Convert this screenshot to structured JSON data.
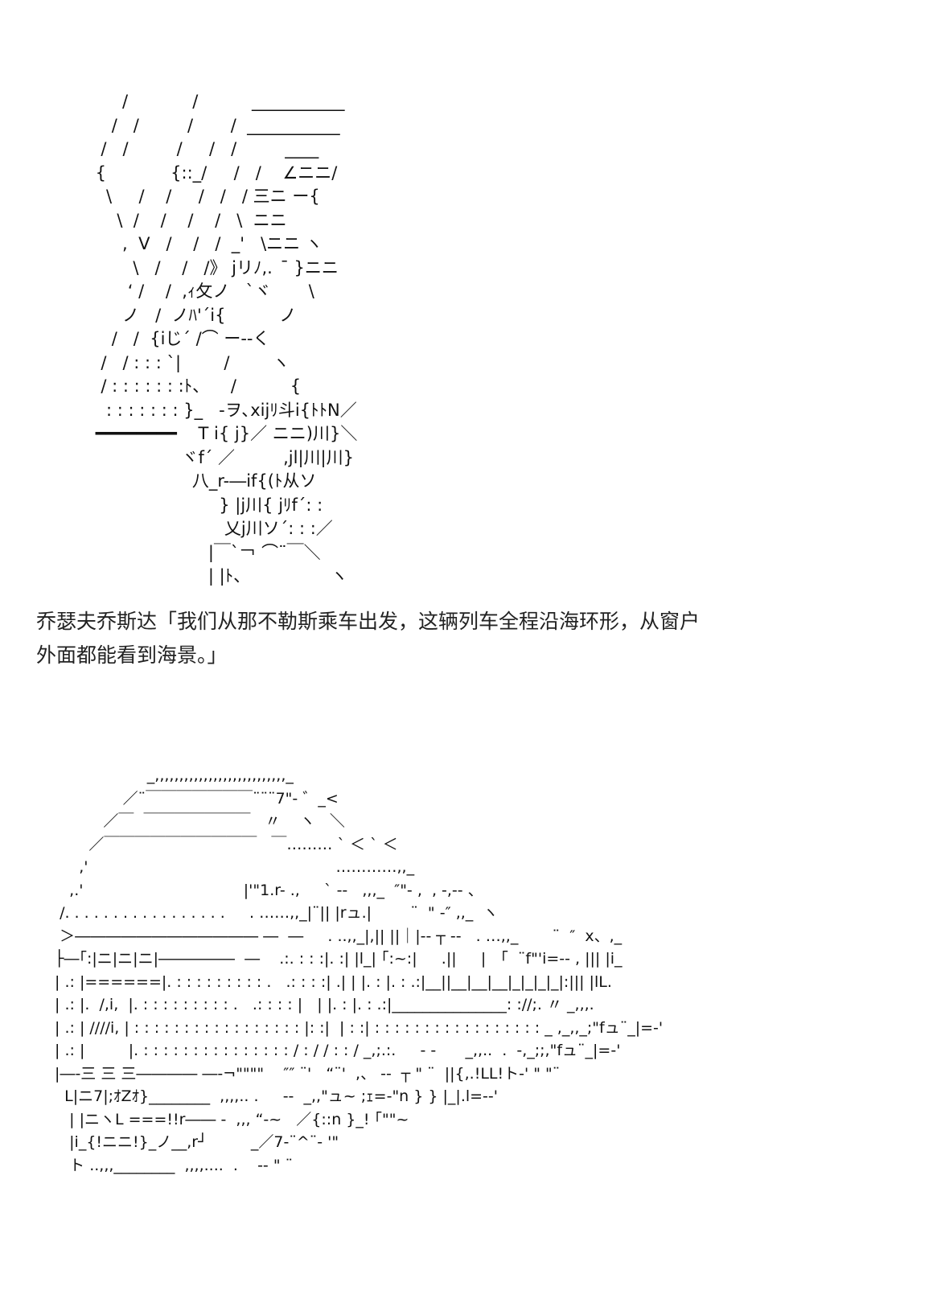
{
  "art_top": {
    "lines": [
      "      /            /          ___________",
      "    /   /         /       /  ___________",
      "  /   /         /     /   /         ____",
      " {            {::_/     /   /    ∠ニニ/",
      "   \\     /    /     /   /   / 三ニ ー{",
      "     \\  /    /    /    /   \\  ニニ",
      "      ,  V   /    /   /  _'   \\ニニ ヽ",
      "        \\   /    /   /》 jリﾉ,.   ̄ }ニニ",
      "       ‘ /    /  ,ｨ攵ノ   `ヾ       \\",
      "      ノ   /  ノﾊ'´i{          ノ",
      "    /   /  {iじ´ /⌒ ー--く",
      "  /   / : : : `|        /        ヽ",
      "  / : : : : : : :ﾄ、    /          {",
      "   : : : : : : : }_   -ヲ､xijﾘ斗i{ﾄﾄN／",
      " ━━━━━━━━    T i{ j}／ ニニ)川}＼",
      "                 ヾf´ ／         ,jl|川|川}",
      "                   八_r-―if{(ﾄ从ソ",
      "                        } |j川{ jﾘf´: :",
      "                         乂j川ソ´: : :／",
      "                      |￣`￢ ⌒¨￣＼",
      "                      | |ﾄ、               ヽ"
    ]
  },
  "dialogue": {
    "speaker": "乔瑟夫乔斯达",
    "line1": "乔瑟夫乔斯达「我们从那不勒斯乘车出发，这辆列车全程沿海环形，从窗户",
    "line2": "外面都能看到海景。」"
  },
  "art_bottom": {
    "lines": [
      "                    _,,,,,,,,,,,,,,,,,,,,,,,,,,,_",
      "               ／¨￣￣￣￣￣￣￣¨¨¨7\"- ゛_<",
      "           ／￣  ￣￣￣￣￣￣￣   〃    ヽ   ＼",
      "        ／￣￣￣￣￣￣￣￣￣￣   ￣……… ` ＜ ` ＜",
      "      ,'                                                   …………,,_",
      "    ,.'                                 |'\"1.r- .,     ` --   ,,,_  ″\"- ,  , -,-- 、",
      "  /. . . . . . . . . . . . . . . . .     . ……,,_|¨|| |rュ.|        ¨  \" -″ ,,_  ヽ",
      "  ＞―――――――――――― ―  ―     . ..,,_|,|| ||｜|-- ┬ --   . …,,_       ¨  ″  x、,_",
      " ├―｢:|ニ|ニ|ニ|―――――  ―    .:. : : :|. :| |l_| ｢:~:|     .||     |   ｢  ¨f\"'i=-- , ||| |i_",
      " | .: |======|. : : : : : : : : : .   .: : : :| .| | |. : |. : .:|__||__|__|__|_|_|_|_|:||| |lL.",
      " | .: |.  /,i,  |. : : : : : : : : : .   .: : : : |   | |. : |. : .:|_______________: ://;. 〃 _,,,.",
      " | .: | ////i, | : : : : : : : : : : : : : : : : : |: :|  | : :| : : : : : : : : : : : : : : : : : _ ,_,,_;\"fュ¨_|=-'",
      " | .: |         |. : : : : : : : : : : : : : : : / : / / : : / _,;.:.     - -      _,,..  .  -,_;;,\"fュ¨_|=-'",
      " |―-三 三 三―――― ―-¬\"\"\"\"    ″″ ¨'   “¨'  ,、 --  ┬ \" ¨  ||{,.!LL!ト-' \" \"¨",
      "   L|ニ7|;ｵZｵ}________  ,,,,.. .     --  _,,\"ュ~ ;ｪ=-\"n } } |_|.l=--'",
      "    | |ニヽL ===!!r―― -  ,,, “-~   ／{::n }_! ｢\"\"~",
      "    |i_{!ニニ!}_ノ__,r┘         _／7-¨^¨- '\"",
      "    ト ..,,,________  ,,,,....  .    -- \" ¨"
    ]
  }
}
